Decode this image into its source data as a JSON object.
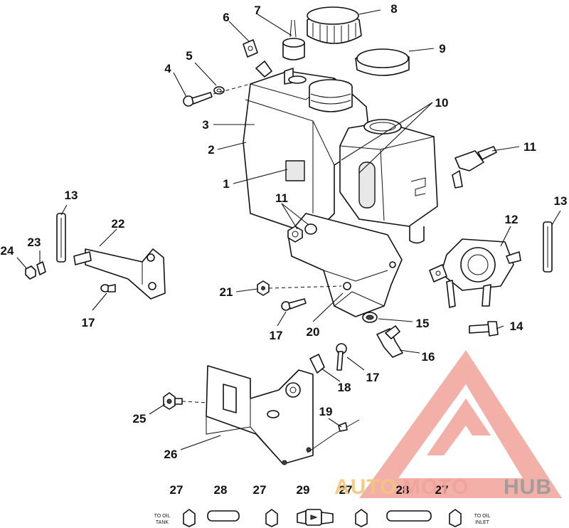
{
  "diagram": {
    "callouts": {
      "n1": "1",
      "n2": "2",
      "n3": "3",
      "n4": "4",
      "n5": "5",
      "n6": "6",
      "n7": "7",
      "n8": "8",
      "n9": "9",
      "n10": "10",
      "n11a": "11",
      "n11b": "11",
      "n12": "12",
      "n13a": "13",
      "n13b": "13",
      "n14": "14",
      "n15": "15",
      "n16": "16",
      "n17a": "17",
      "n17b": "17",
      "n17c": "17",
      "n18": "18",
      "n19": "19",
      "n20": "20",
      "n21": "21",
      "n22": "22",
      "n23": "23",
      "n24": "24",
      "n25": "25",
      "n26": "26",
      "n27a": "27",
      "n27b": "27",
      "n27c": "27",
      "n27d": "27",
      "n28a": "28",
      "n28b": "28",
      "n29": "29"
    },
    "line_labels": {
      "to_oil_tank_1": "TO OIL",
      "to_oil_tank_2": "TANK",
      "to_oil_inlet_1": "TO OIL",
      "to_oil_inlet_2": "INLET"
    }
  },
  "watermark": {
    "text_auto": "AUTO",
    "text_moto": "MOTO",
    "text_hub": "HUB",
    "color_logo": "#f0a39a",
    "color_auto": "#f5c77a",
    "color_moto": "#f0a39a",
    "color_hub": "#9a9a9a"
  }
}
